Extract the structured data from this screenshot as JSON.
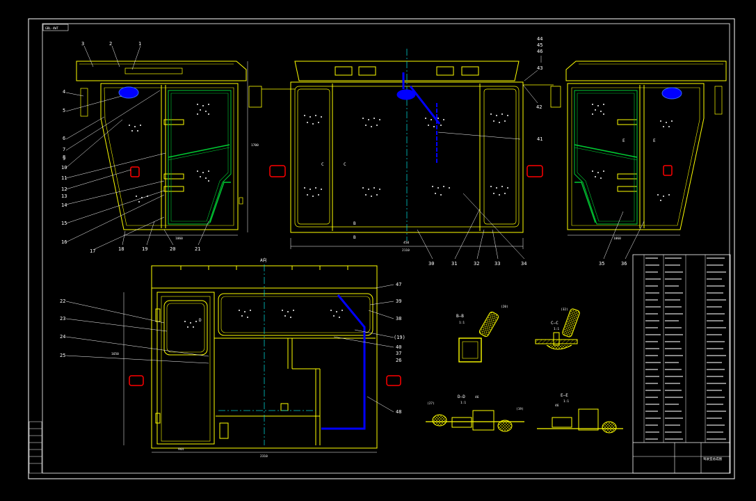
{
  "colors": {
    "background": "#000000",
    "frame": "#ffffff",
    "outline": "#ffff00",
    "glass": "#00cc33",
    "wiper": "#0000ff",
    "center_line": "#00cccc",
    "mirror": "#ff0000",
    "vent": "#ffffff"
  },
  "title_tag": "GBL-4WT",
  "callouts": {
    "left_top": [
      "3",
      "2",
      "1"
    ],
    "left_side": [
      "4",
      "5",
      "6",
      "7",
      "8",
      "9",
      "10",
      "11",
      "12",
      "13",
      "14",
      "15",
      "16"
    ],
    "left_bottom": [
      "17",
      "18",
      "19",
      "20",
      "21"
    ],
    "front_bottom": [
      "30",
      "31",
      "32",
      "33",
      "34"
    ],
    "front_top": [
      "44",
      "45",
      "46",
      "43",
      "42"
    ],
    "front_right": [
      "41"
    ],
    "right_bottom": [
      "35",
      "36"
    ],
    "door_left": [
      "22",
      "23",
      "24",
      "25"
    ],
    "door_right": [
      "47",
      "39",
      "38",
      "(19)",
      "40",
      "37",
      "26",
      "48"
    ]
  },
  "section_marks": {
    "c": "C",
    "e": "E",
    "b": "B",
    "d": "D"
  },
  "section_titles": {
    "bb": "B—B",
    "cc": "C—C",
    "dd": "D—D",
    "ee": "E—E",
    "scale": "1:1"
  },
  "section_refs": {
    "bb": "(20)",
    "cc": "(32)",
    "dd_left": "(27)",
    "dd_mid": "46",
    "dd_right": "(19)",
    "ee": "46"
  },
  "view_labels": {
    "a": "A向"
  },
  "dimensions": {
    "front_width": "2110",
    "front_sub": "450",
    "door_width": "2310",
    "door_sub": "944",
    "left_base": "1060",
    "right_base": "1060",
    "overall_height": "1700",
    "door_height": "1650"
  },
  "title_block": {
    "drawing_name": "驾驶室总成图"
  }
}
